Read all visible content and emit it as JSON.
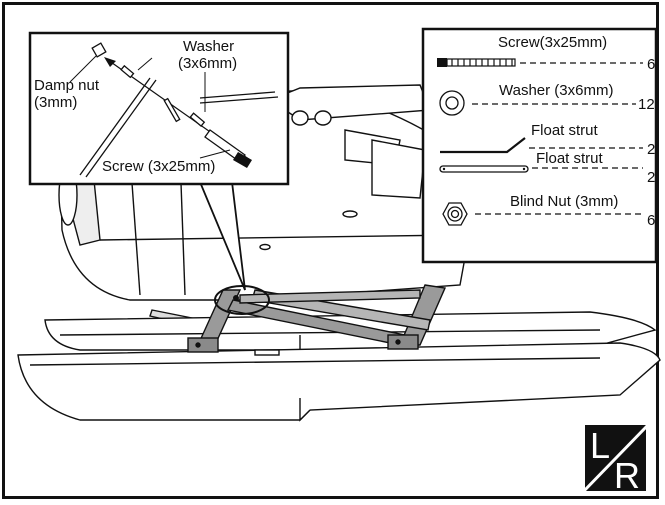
{
  "detail_callout": {
    "damp_nut_label_1": "Damp nut",
    "damp_nut_label_2": "(3mm)",
    "washer_label_1": "Washer",
    "washer_label_2": "(3x6mm)",
    "screw_label": "Screw (3x25mm)"
  },
  "parts_list": {
    "items": [
      {
        "name": "Screw(3x25mm)",
        "qty": "6",
        "icon": "screw-icon"
      },
      {
        "name": "Washer (3x6mm)",
        "qty": "12",
        "icon": "washer-icon"
      },
      {
        "name": "Float strut",
        "qty": "2",
        "icon": "bent-strut-icon"
      },
      {
        "name": "Float strut",
        "qty": "2",
        "icon": "flat-strut-icon"
      },
      {
        "name": "Blind Nut (3mm)",
        "qty": "6",
        "icon": "blind-nut-icon"
      }
    ]
  },
  "logo": {
    "top_letter": "L",
    "bottom_letter": "R"
  }
}
